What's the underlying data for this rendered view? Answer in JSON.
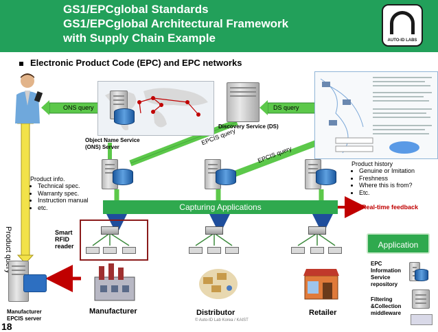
{
  "header": {
    "title_lines": [
      "GS1/EPCglobal Standards",
      "GS1/EPCglobal Architectural Framework",
      "with Supply Chain Example"
    ],
    "logo_text": "AUTO-ID LABS",
    "bg_color": "#22a05a"
  },
  "bullet_title": "Electronic Product Code (EPC) and EPC networks",
  "labels": {
    "ons_query": "ONS query",
    "ds_query": "DS query",
    "discovery_service": "Discovery Service (DS)",
    "ons_server_line1": "Object Name Service",
    "ons_server_line2": "(ONS) Server",
    "epcis_query_1": "EPCIS query",
    "epcis_query_2": "EPCIS query",
    "product_query": "Product query",
    "capturing_applications": "Capturing Applications",
    "real_time_feedback": "Real-time feedback",
    "application": "Application",
    "smart_rfid_reader": [
      "Smart",
      "RFID",
      "reader"
    ],
    "manufacturer": "Manufacturer",
    "distributor": "Distributor",
    "retailer": "Retailer",
    "manufacturer_epcis_server": [
      "Manufacturer",
      "EPCIS server"
    ],
    "epc_info_service": [
      "EPC",
      "Information",
      "Service",
      "repository"
    ],
    "filtering_middleware": [
      "Filtering",
      "&Collection",
      "middleware"
    ],
    "copyright": "© Auto-ID Lab Korea / KAIST",
    "page_number": "18"
  },
  "product_info": {
    "title": "Product info.",
    "items": [
      "Technical spec.",
      "Warranty spec.",
      "Instruction manual",
      "etc."
    ]
  },
  "product_history": {
    "title": "Product history",
    "items": [
      "Genuine or Imitation",
      "Freshness",
      "Where this is from?",
      "Etc."
    ]
  }
}
